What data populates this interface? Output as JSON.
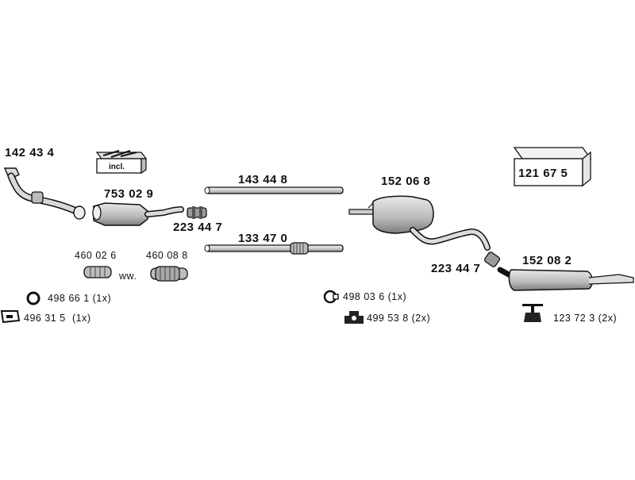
{
  "parts": {
    "front_pipe": "142 43 4",
    "kit": "incl.",
    "catalyst": "753 02 9",
    "clamp_front": "223 44 7",
    "pipe_a": "143 44 8",
    "pipe_b": "133 47 0",
    "middle_muffler": "152 06 8",
    "rear_box": "121 67 5",
    "clamp_rear": "223 44 7",
    "rear_muffler": "152 08 2",
    "flex_a": "460 02 6",
    "flex_b": "460 08 8",
    "flex_note": "ww."
  },
  "fittings": {
    "ring_a": "498 66 1 (1x)",
    "mount_a": "496 31 5",
    "mount_a_qty": "(1x)",
    "ring_b": "498 03 6 (1x)",
    "mount_b": "499 53 8 (2x)",
    "mount_c": "123 72 3 (2x)"
  },
  "colors": {
    "ink": "#111111",
    "part_fill_light": "#e6e6e6",
    "part_fill_mid": "#bdbdbd",
    "part_fill_dark": "#8a8a8a"
  }
}
